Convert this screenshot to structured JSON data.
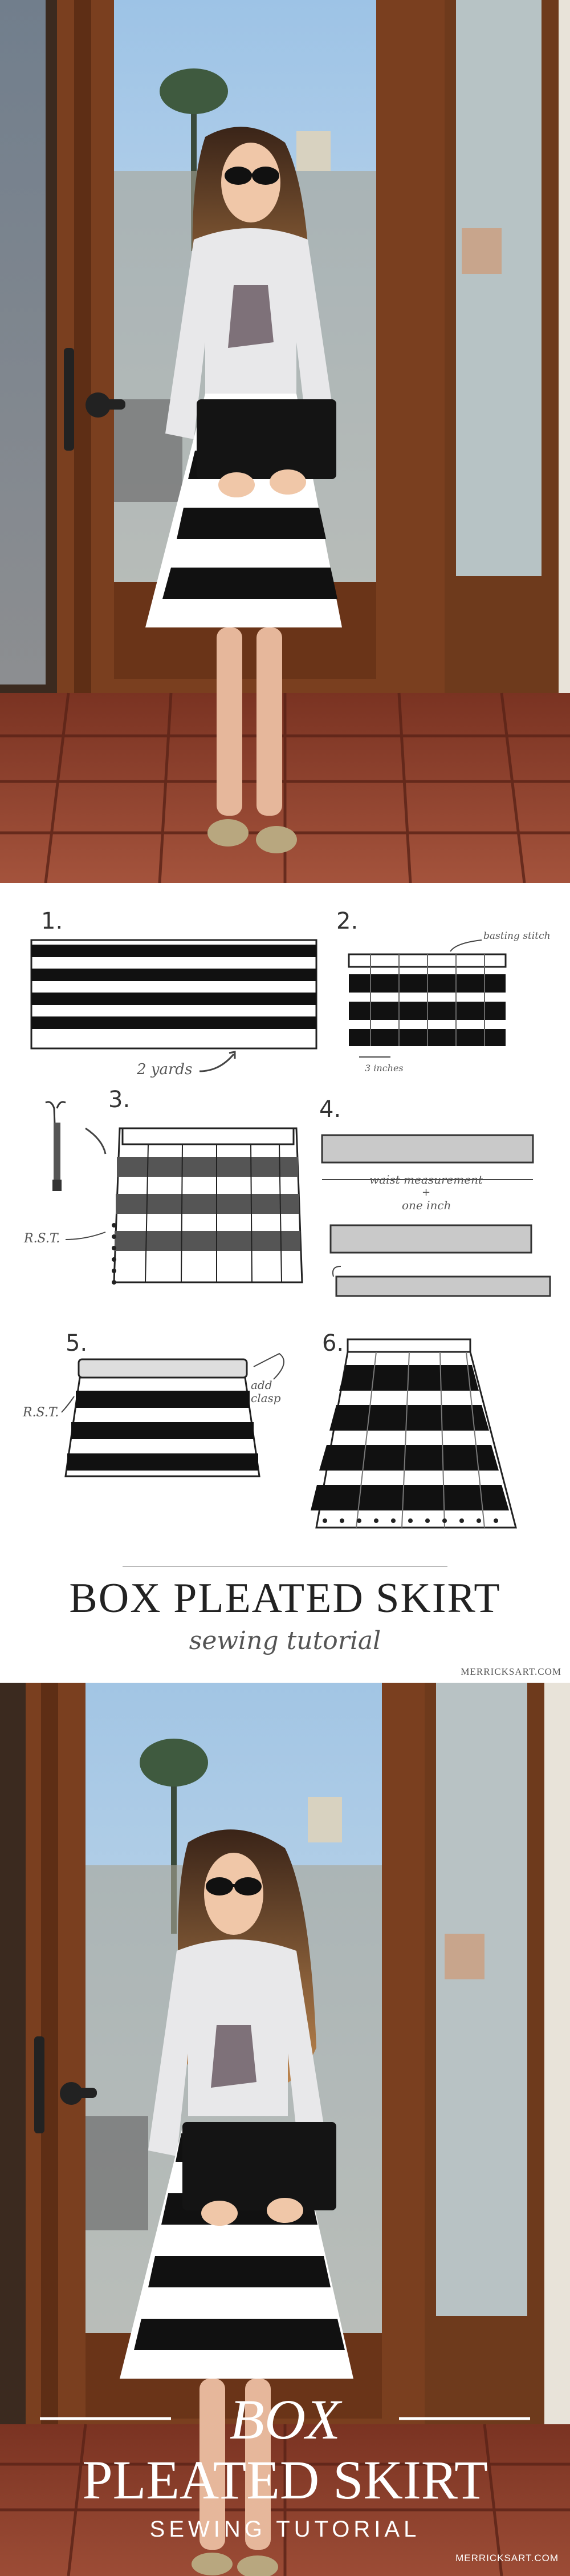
{
  "steps": {
    "items": [
      {
        "number": "1.",
        "annotation": "2 yards"
      },
      {
        "number": "2.",
        "annotation": "basting stitch",
        "annotation2": "3 inches"
      },
      {
        "number": "3.",
        "annotation": "R.S.T."
      },
      {
        "number": "4.",
        "annotation": "waist measurement",
        "annotation2": "+",
        "annotation3": "one inch"
      },
      {
        "number": "5.",
        "annotation": "R.S.T.",
        "annotation2": "add",
        "annotation3": "clasp"
      },
      {
        "number": "6."
      }
    ],
    "title": "BOX PLEATED SKIRT",
    "subtitle": "sewing tutorial",
    "credit": "MERRICKSART.COM"
  },
  "overlay": {
    "title_line1": "BOX",
    "title_line2": "PLEATED SKIRT",
    "subtitle": "SEWING TUTORIAL",
    "credit": "MERRICKSART.COM"
  }
}
